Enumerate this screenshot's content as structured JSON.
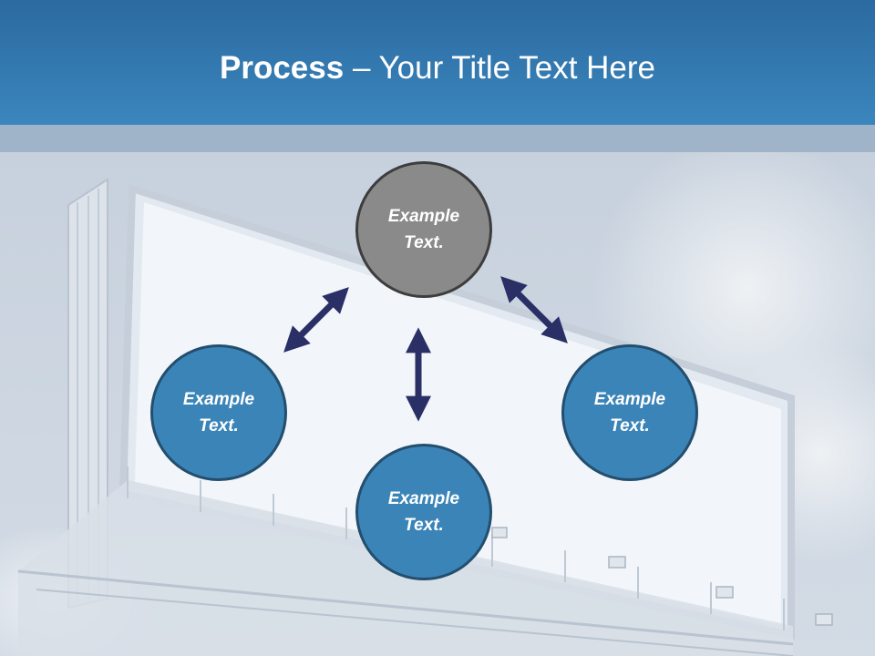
{
  "title": {
    "bold": "Process",
    "rest": " – Your Title Text Here"
  },
  "diagram": {
    "nodes": [
      {
        "id": "top",
        "label": "Example Text.",
        "color": "#8a8a8a"
      },
      {
        "id": "left",
        "label": "Example Text.",
        "color": "#3b84b8"
      },
      {
        "id": "bottom",
        "label": "Example Text.",
        "color": "#3b84b8"
      },
      {
        "id": "right",
        "label": "Example Text.",
        "color": "#3b84b8"
      }
    ],
    "arrow_color": "#2a2f66",
    "background": "billboard-photo"
  }
}
